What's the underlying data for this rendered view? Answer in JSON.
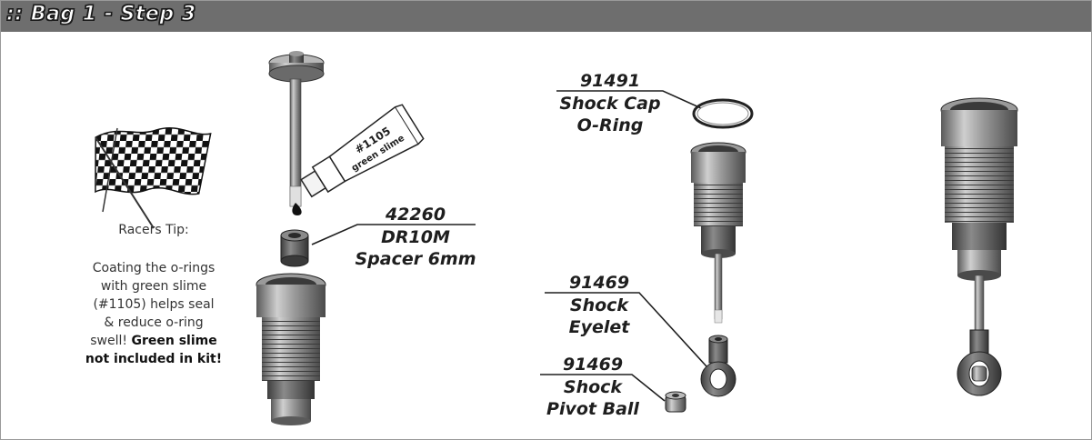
{
  "header": {
    "title": ":: Bag 1 - Step 3"
  },
  "tube": {
    "line1": "#1105",
    "line2": "green slime"
  },
  "parts": {
    "spacer": {
      "number": "42260",
      "line1": "DR10M",
      "line2": "Spacer 6mm"
    },
    "cap_oring": {
      "number": "91491",
      "line1": "Shock  Cap",
      "line2": "O-Ring"
    },
    "eyelet": {
      "number": "91469",
      "line1": "Shock",
      "line2": "Eyelet"
    },
    "pivot_ball": {
      "number": "91469",
      "line1": "Shock",
      "line2": "Pivot Ball"
    }
  },
  "tip": {
    "title": "Racers Tip:",
    "line1": "Coating the o-rings",
    "line2": "with green slime",
    "line3": "(#1105) helps seal",
    "line4": "& reduce o-ring",
    "line5_normal": "swell! ",
    "line5_bold": "Green slime",
    "line6_bold": "not included in kit!"
  }
}
